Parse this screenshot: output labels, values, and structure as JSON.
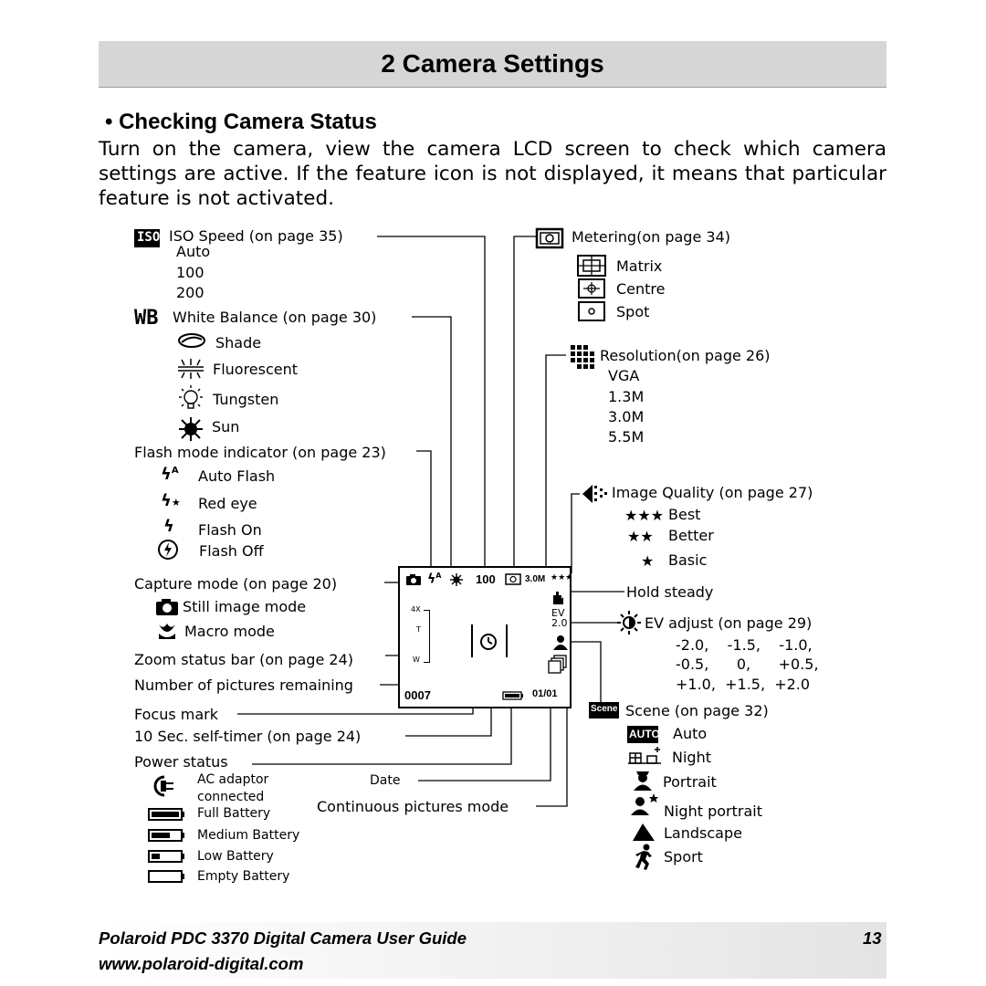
{
  "header": {
    "title": "2 Camera Settings"
  },
  "section": {
    "title": "• Checking Camera Status",
    "intro": "Turn on the camera, view the camera LCD screen to check which camera settings are active. If the feature icon is not displayed, it means that particular feature is not activated."
  },
  "left": {
    "iso": {
      "label": "ISO Speed (on page 35)",
      "icon_text": "ISO",
      "options": [
        "Auto",
        "100",
        "200"
      ]
    },
    "wb": {
      "label": "White Balance (on page 30)",
      "icon_text": "WB",
      "options": [
        "Shade",
        "Fluorescent",
        "Tungsten",
        "Sun"
      ]
    },
    "flash": {
      "label": "Flash mode indicator (on page 23)",
      "options": [
        "Auto Flash",
        "Red eye",
        "Flash On",
        "Flash Off"
      ]
    },
    "capture": {
      "label": "Capture mode (on page 20)",
      "options": [
        "Still image mode",
        "Macro mode"
      ]
    },
    "zoom": "Zoom status bar (on page 24)",
    "pictures": "Number of pictures remaining",
    "focus": "Focus mark",
    "timer": "10 Sec. self-timer (on page 24)",
    "power": {
      "label": "Power status",
      "options": [
        "AC adaptor",
        "connected",
        "Full Battery",
        "Medium Battery",
        "Low Battery",
        "Empty Battery"
      ]
    }
  },
  "center": {
    "date": "Date",
    "continuous": "Continuous pictures mode",
    "lcd": {
      "iso": "100",
      "res": "3.0M",
      "zoom_4x": "4X",
      "zoom_t": "T",
      "zoom_w": "W",
      "count": "0007",
      "date": "01/01",
      "ev_label": "EV",
      "ev_value": "2.0"
    }
  },
  "right": {
    "metering": {
      "label": "Metering(on page 34)",
      "options": [
        "Matrix",
        "Centre",
        "Spot"
      ]
    },
    "resolution": {
      "label": "Resolution(on page 26)",
      "options": [
        "VGA",
        "1.3M",
        "3.0M",
        "5.5M"
      ]
    },
    "quality": {
      "label": "Image Quality (on page 27)",
      "options": [
        "Best",
        "Better",
        "Basic"
      ]
    },
    "hold": "Hold steady",
    "ev": {
      "label": "EV adjust (on page 29)",
      "rows": [
        "-2.0,    -1.5,    -1.0,",
        "-0.5,      0,      +0.5,",
        "+1.0,  +1.5,  +2.0"
      ]
    },
    "scene": {
      "label": "Scene (on page 32)",
      "icon_text": "Scene",
      "auto_icon": "AUTO",
      "options": [
        "Auto",
        "Night",
        "Portrait",
        "Night portrait",
        "Landscape",
        "Sport"
      ]
    }
  },
  "footer": {
    "title": "Polaroid PDC 3370 Digital Camera User Guide",
    "url": "www.polaroid-digital.com",
    "page": "13"
  }
}
